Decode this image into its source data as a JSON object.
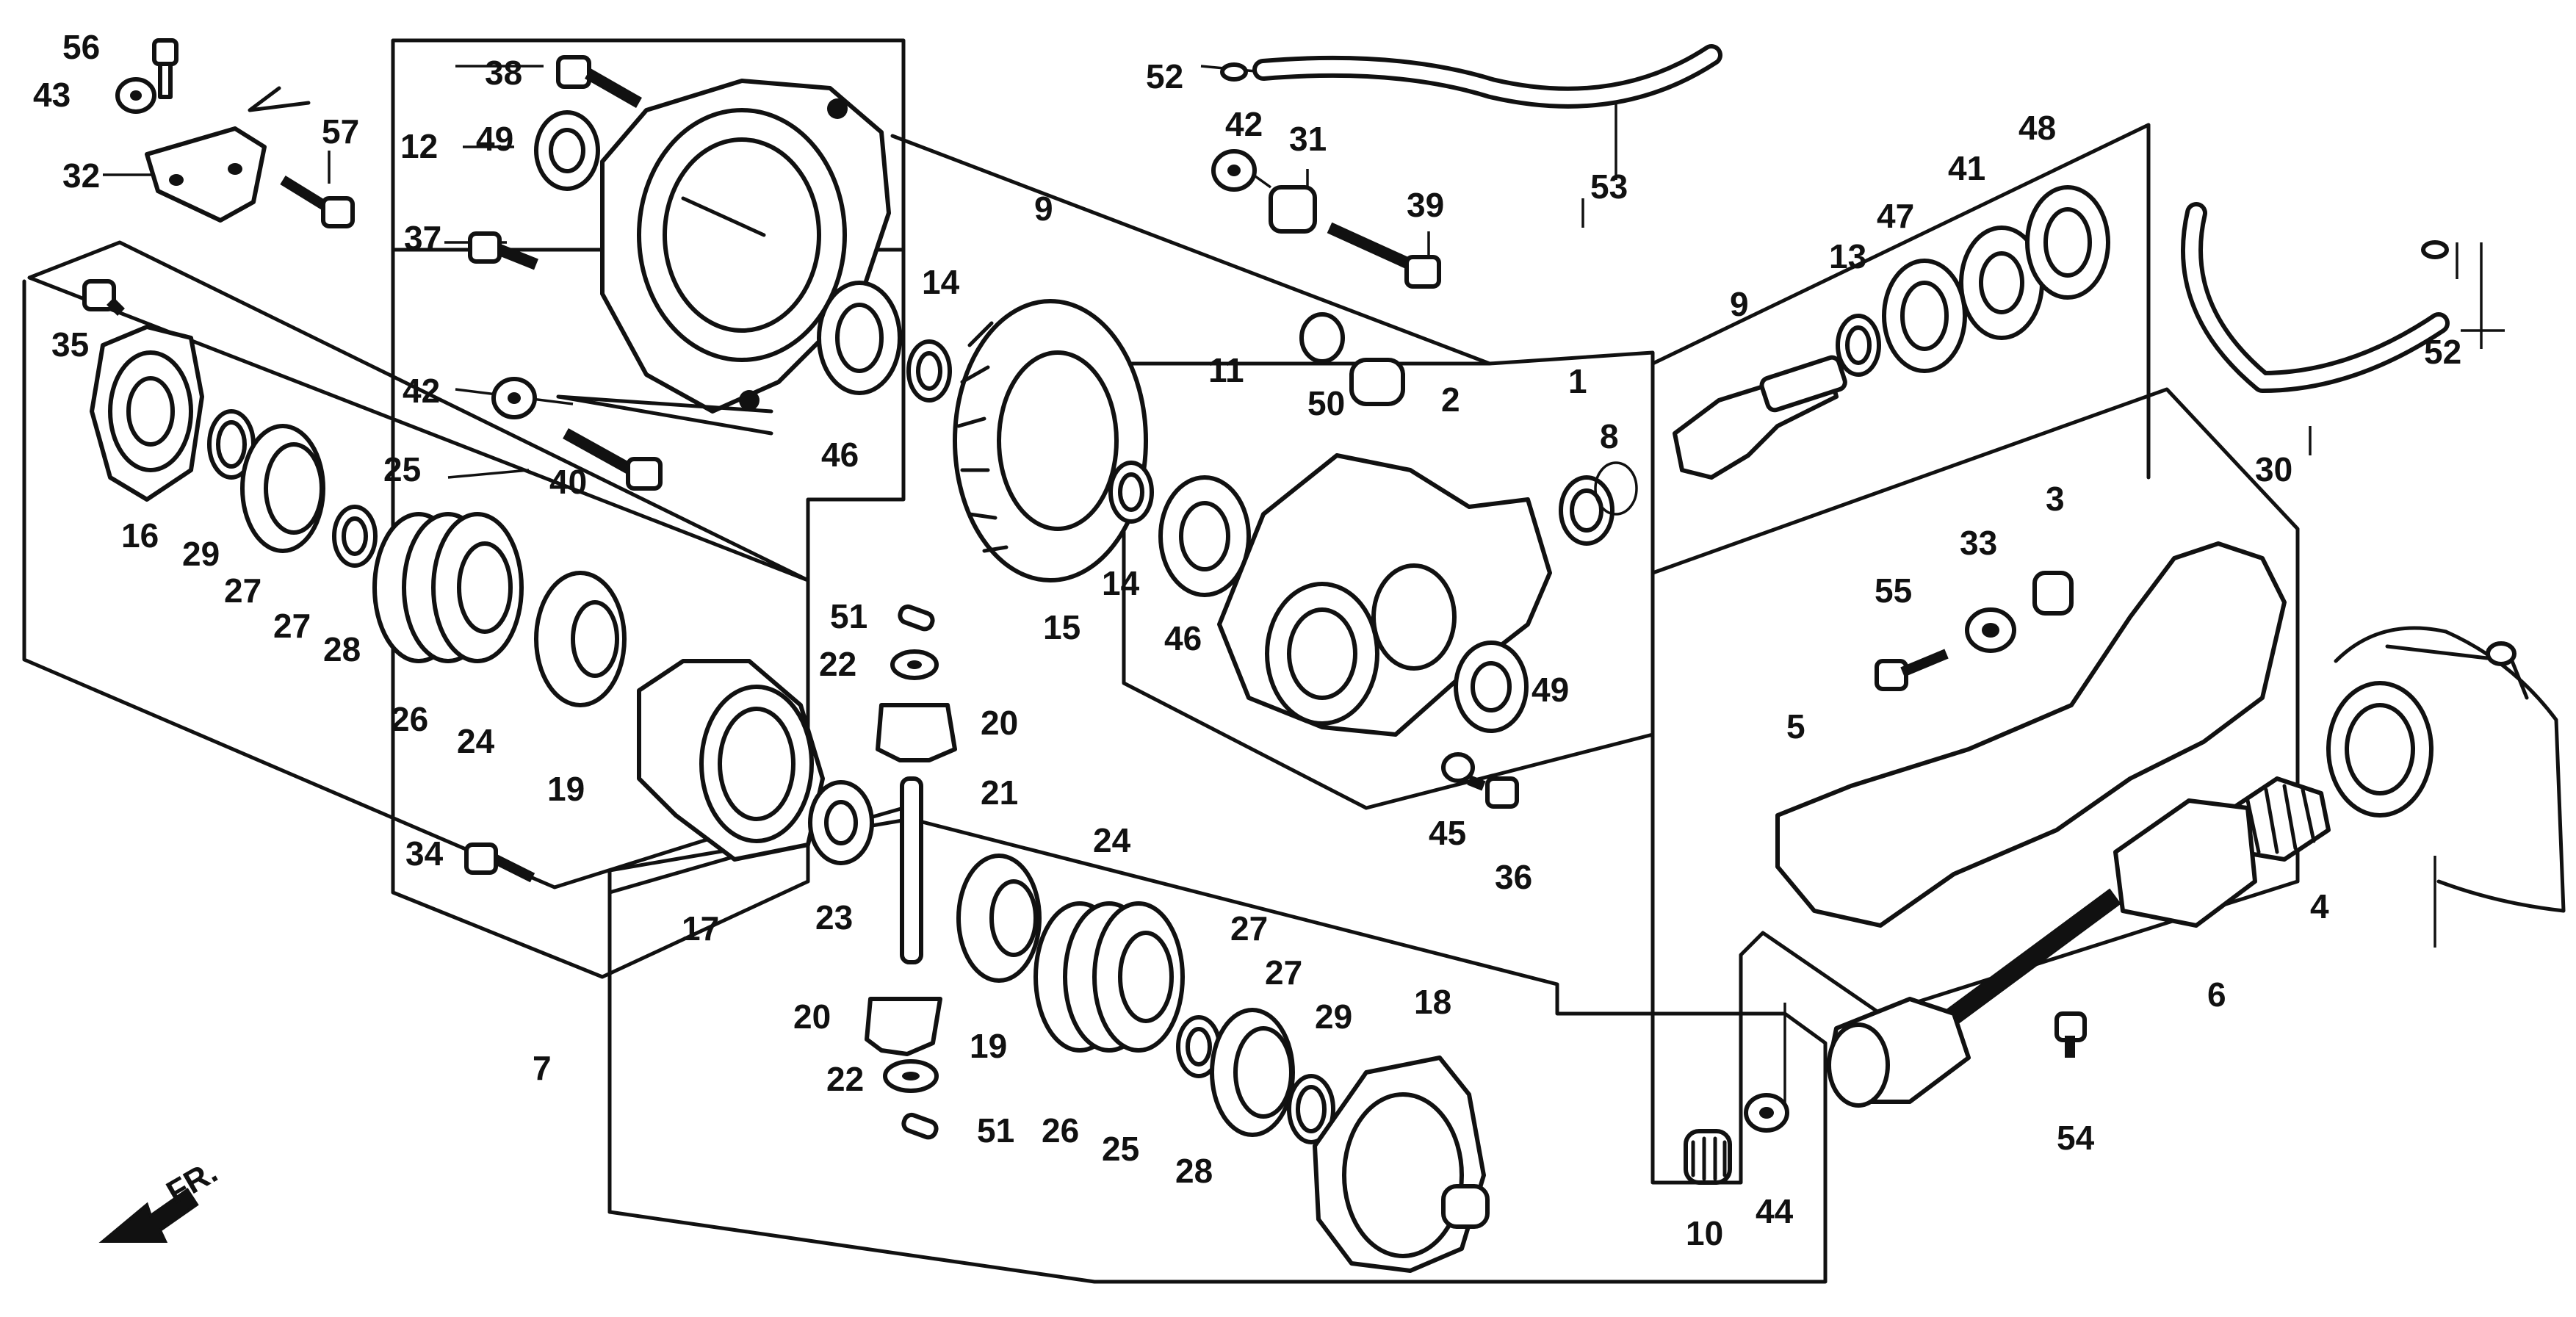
{
  "direction_label": "FR.",
  "callouts": [
    "1",
    "2",
    "3",
    "4",
    "5",
    "6",
    "7",
    "8",
    "9",
    "10",
    "11",
    "12",
    "13",
    "14",
    "15",
    "16",
    "17",
    "18",
    "19",
    "20",
    "21",
    "22",
    "23",
    "24",
    "25",
    "26",
    "27",
    "28",
    "29",
    "30",
    "31",
    "32",
    "33",
    "34",
    "35",
    "36",
    "37",
    "38",
    "39",
    "40",
    "41",
    "42",
    "43",
    "44",
    "45",
    "46",
    "47",
    "48",
    "49",
    "50",
    "51",
    "52",
    "53",
    "54",
    "55",
    "56",
    "57"
  ],
  "labels": [
    "56",
    "43",
    "57",
    "32",
    "38",
    "12",
    "49",
    "37",
    "42",
    "40",
    "35",
    "16",
    "29",
    "27",
    "27",
    "28",
    "25",
    "26",
    "24",
    "19",
    "17",
    "34",
    "7",
    "52",
    "42",
    "31",
    "39",
    "53",
    "9",
    "14",
    "14",
    "11",
    "50",
    "2",
    "46",
    "46",
    "1",
    "8",
    "15",
    "49",
    "45",
    "36",
    "51",
    "22",
    "20",
    "21",
    "23",
    "20",
    "22",
    "51",
    "19",
    "24",
    "26",
    "25",
    "27",
    "27",
    "29",
    "28",
    "18",
    "9",
    "13",
    "47",
    "41",
    "48",
    "30",
    "52",
    "55",
    "33",
    "3",
    "5",
    "4",
    "6",
    "54",
    "10",
    "44"
  ]
}
